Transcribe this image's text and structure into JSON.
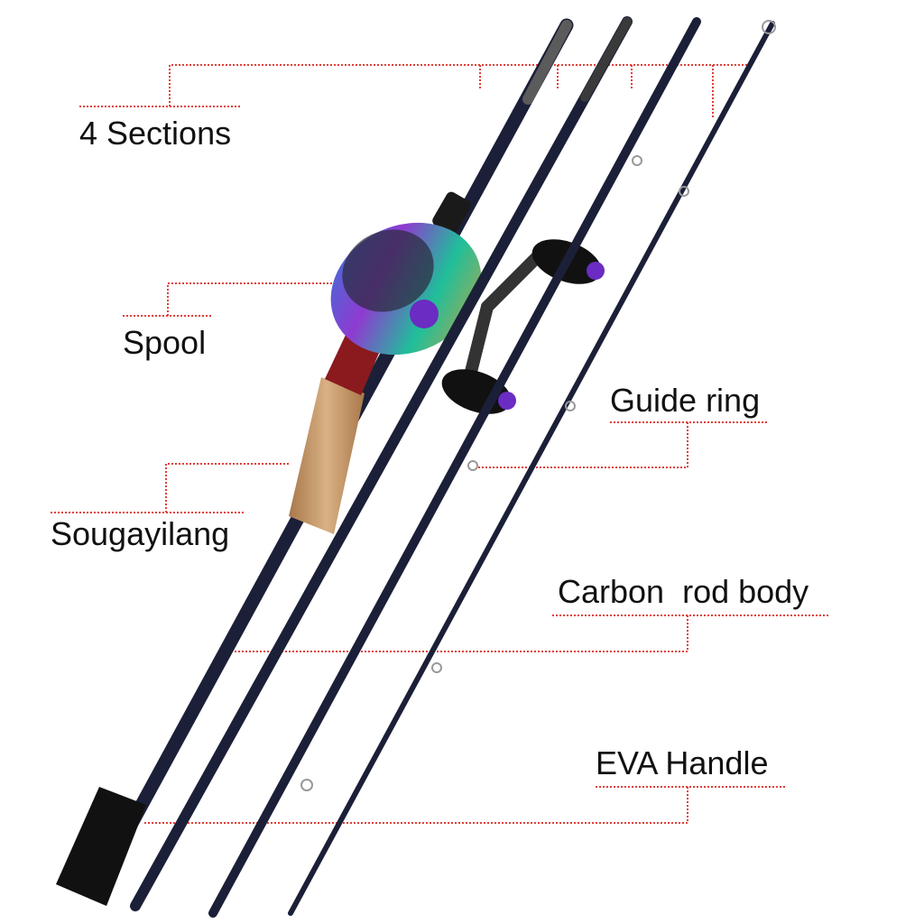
{
  "labels": {
    "sections": "4 Sections",
    "spool": "Spool",
    "brand": "Sougayilang",
    "guide_ring": "Guide ring",
    "carbon_rod_body": "Carbon  rod body",
    "eva_handle": "EVA Handle"
  },
  "colors": {
    "leader_line": "#e0403a",
    "rod_blank": "#1b2038",
    "rod_grip": "#111111",
    "reel_seat": "#8a1a1e",
    "cork": "#c79a6a",
    "reel_accent": "#6a2cc2"
  }
}
